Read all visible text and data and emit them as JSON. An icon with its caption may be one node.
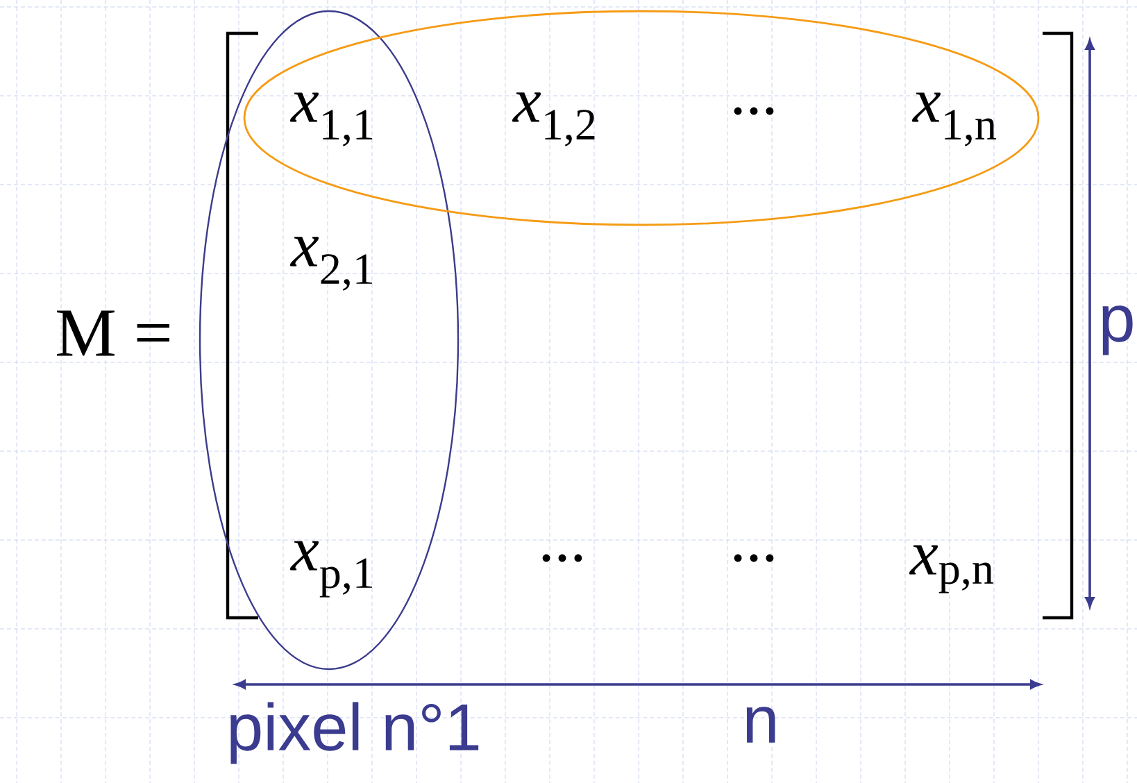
{
  "diagram": {
    "labels": [
      "M =",
      "*x*$_{1,1}$",
      "*x*$_{1,2}$",
      "...",
      "*x*$_{1,n}$",
      "*x*$_{2,1}$",
      "p",
      "*x*$_{p,1}$",
      "...",
      "...",
      "*x*$_{p,n}$",
      "n",
      "pixel n°1"
    ]
  }
}
